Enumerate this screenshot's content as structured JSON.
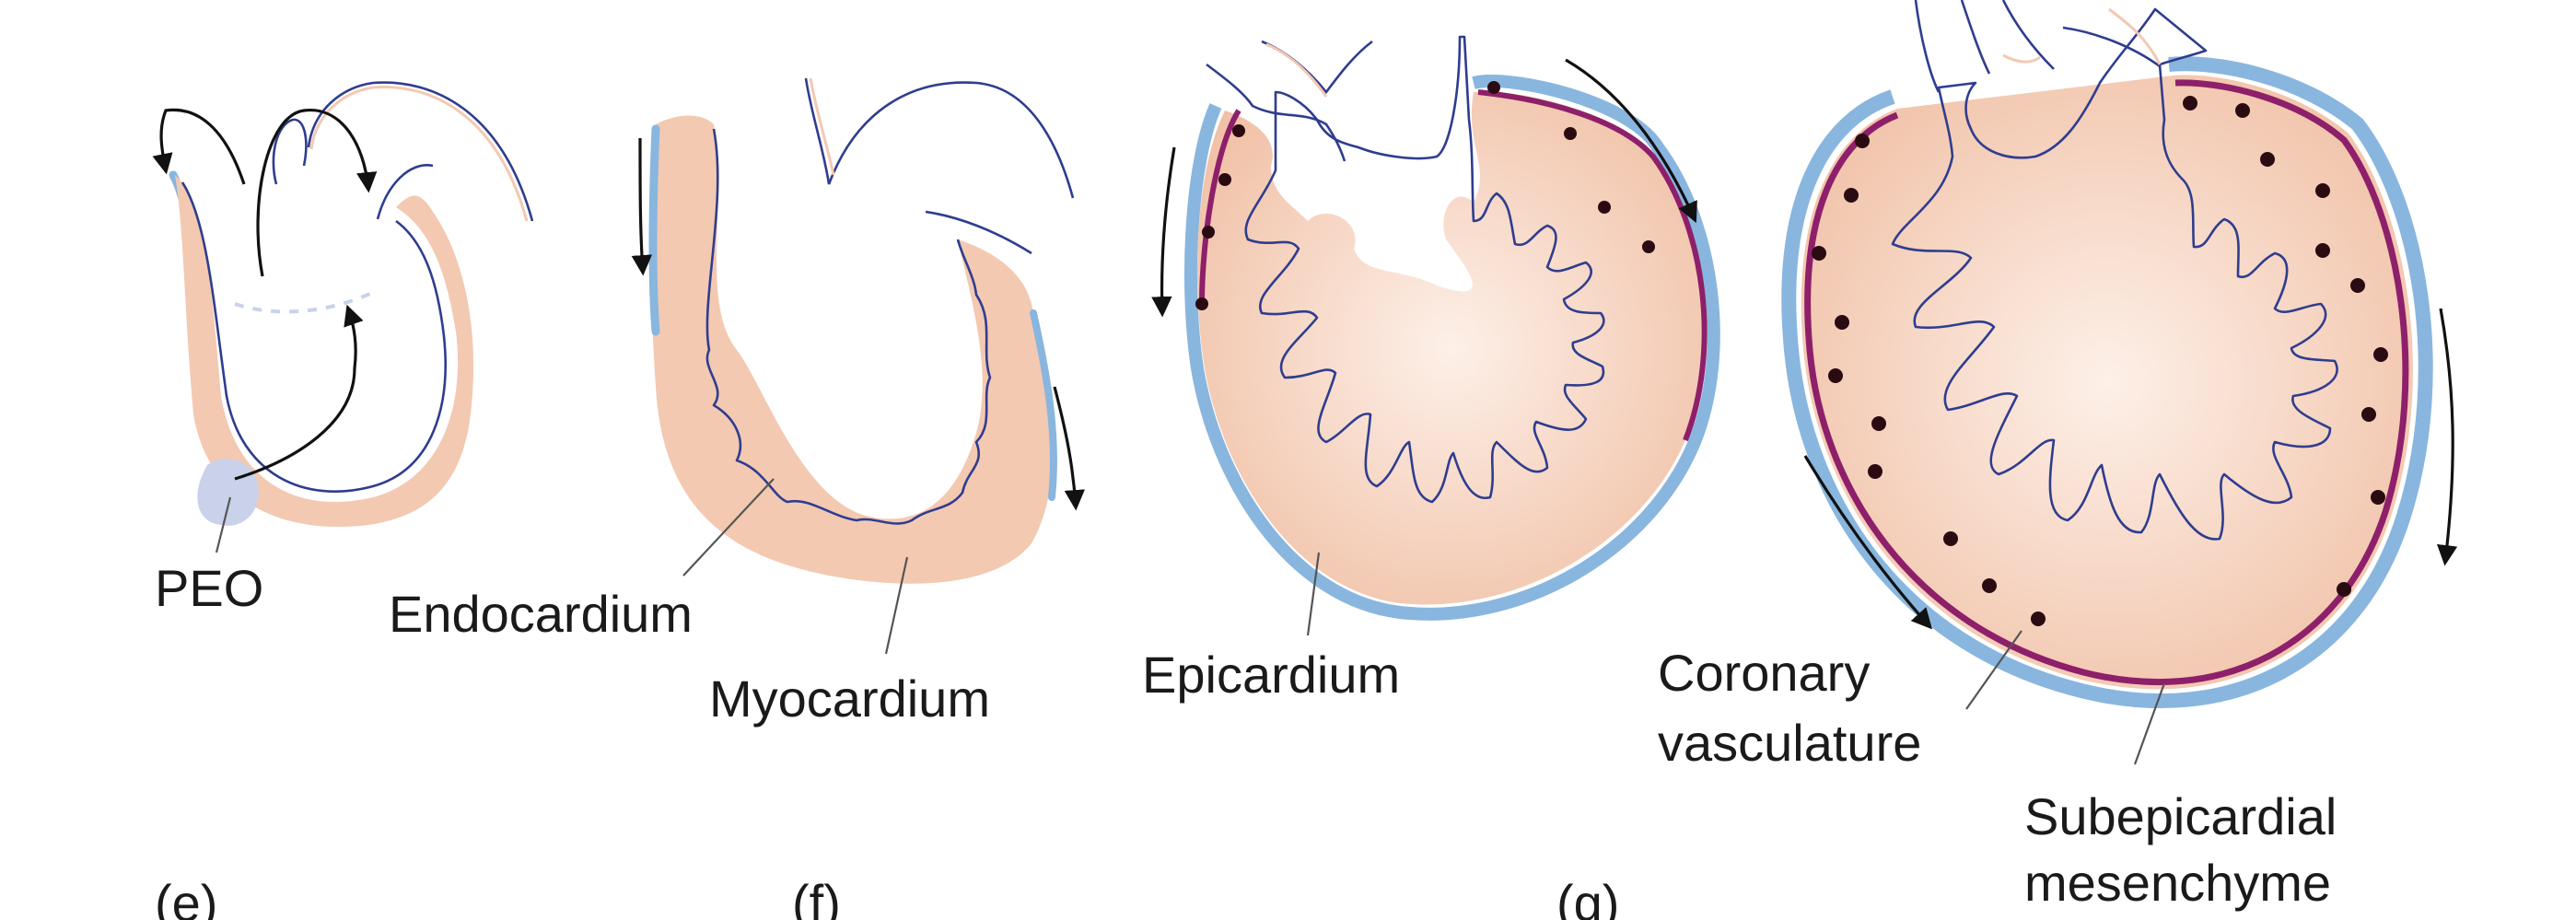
{
  "labels": {
    "peo": "PEO",
    "endocardium": "Endocardium",
    "myocardium": "Myocardium",
    "epicardium": "Epicardium",
    "coronary_line1": "Coronary",
    "coronary_line2": "vasculature",
    "subepicardial_line1": "Subepicardial",
    "subepicardial_line2": "mesenchyme"
  },
  "panel_letters": {
    "e": "(e)",
    "f": "(f)",
    "g": "(g)"
  },
  "colors": {
    "myocardium": "#f3c9b2",
    "myocardium_light": "#fbe6da",
    "epicardium": "#89b6de",
    "endocardium_line": "#2f3d8f",
    "coronary_layer": "#8e1f6a",
    "vessel_dot": "#2a0b12",
    "peo": "#c9d2ea",
    "arrow": "#111111",
    "leader": "#555555",
    "text": "#1a1a1a"
  }
}
